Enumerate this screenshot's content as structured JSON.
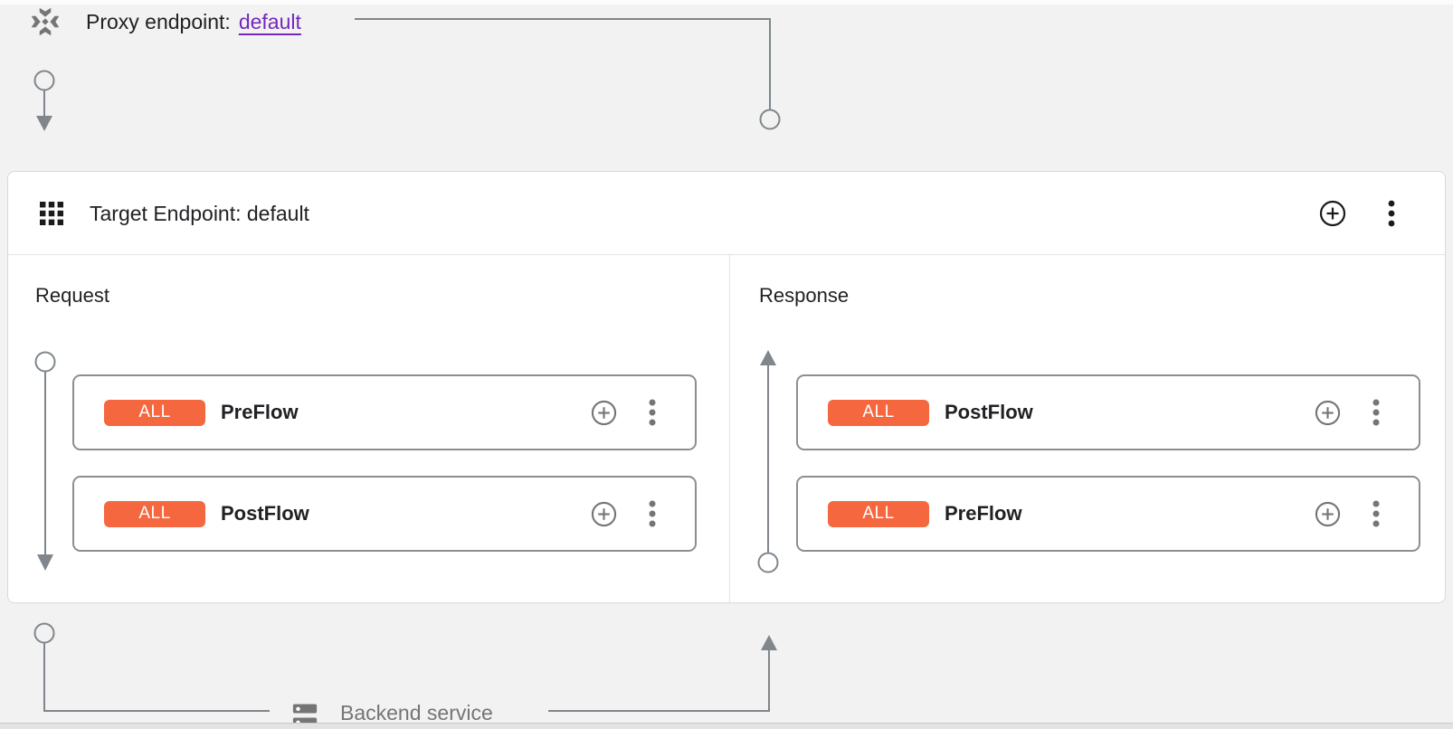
{
  "proxy_endpoint": {
    "label": "Proxy endpoint:",
    "link_text": "default"
  },
  "target_endpoint": {
    "title": "Target Endpoint: default"
  },
  "request_panel": {
    "title": "Request",
    "flows": [
      {
        "badge": "ALL",
        "name": "PreFlow"
      },
      {
        "badge": "ALL",
        "name": "PostFlow"
      }
    ]
  },
  "response_panel": {
    "title": "Response",
    "flows": [
      {
        "badge": "ALL",
        "name": "PostFlow"
      },
      {
        "badge": "ALL",
        "name": "PreFlow"
      }
    ]
  },
  "backend": {
    "label": "Backend service"
  },
  "icons": {
    "proxy_endpoint": "dpad-icon",
    "target_endpoint": "grid-icon",
    "add": "plus-circle-icon",
    "menu": "kebab-icon",
    "backend": "server-icon"
  },
  "colors": {
    "badge_orange": "#f5673f",
    "link_purple": "#7627bb",
    "connector_gray": "#80868b",
    "page_bg": "#f2f2f2"
  }
}
